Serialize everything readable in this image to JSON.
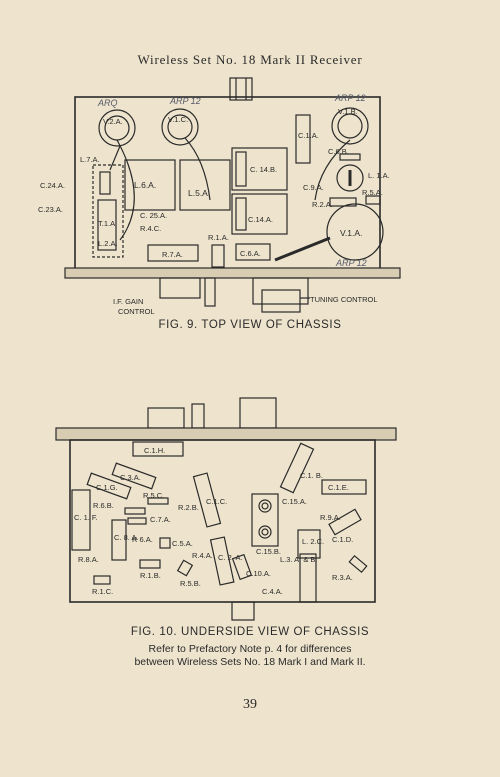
{
  "page": {
    "header": "Wireless Set No. 18 Mark II Receiver",
    "page_number": "39"
  },
  "fig9": {
    "caption": "FIG. 9.  TOP VIEW OF CHASSIS",
    "labels": {
      "v2a": "V.2.A.",
      "v1c": "V.1.C.",
      "v1b": "V.1.B.",
      "c1a": "C.1.A.",
      "c6b": "C.6.B.",
      "l7a": "L.7.A.",
      "c24a": "C.24.A.",
      "c23a": "C.23.A.",
      "t1a": "T.1.A.",
      "l2a": "L.2.A.",
      "l6a": "L.6.A.",
      "l5a": "L.5.A.",
      "c14b": "C. 14.B.",
      "c14a": "C.14.A.",
      "c25a": "C. 25.A.",
      "r4c": "R.4.C.",
      "r7a": "R.7.A.",
      "r1a": "R.1.A.",
      "c6a": "C.6.A.",
      "c9a": "C.9.A.",
      "l1a": "L. 1.A.",
      "r2a": "R.2.A.",
      "r5a": "R.5.A.",
      "v1a": "V.1.A.",
      "if_gain": "I.F. GAIN",
      "control": "CONTROL",
      "tuning": "TUNING CONTROL"
    },
    "handwritten": {
      "arq": "ARQ",
      "arp12_a": "ARP 12",
      "arp12_b": "ARP 12",
      "arp12_c": "ARP 12"
    }
  },
  "fig10": {
    "caption": "FIG. 10.  UNDERSIDE VIEW OF CHASSIS",
    "labels": {
      "c1h": "C.1.H.",
      "c3a": "C.3.A.",
      "c1g": "C.1.G.",
      "c1b": "C.1. B.",
      "c1e": "C.1.E.",
      "c1f": "C. 1. F.",
      "r6b": "R.6.B.",
      "r5c": "R.5.C.",
      "r2b": "R.2.B.",
      "c7a": "C.7.A.",
      "c1c": "C.1.C.",
      "c15a": "C.15.A.",
      "r9a": "R.9.A.",
      "c1d": "C.1.D.",
      "c8a": "C. 8. A.",
      "r6a": "R 6.A.",
      "c5a": "C.5.A.",
      "r4a": "R.4.A.",
      "c2a": "C. 2. A.",
      "c15b": "C.15.B.",
      "l2c": "L. 2.C.",
      "r8a": "R.8.A.",
      "r1b": "R.1.B.",
      "r5b": "R.5.B.",
      "c10a": "C.10.A.",
      "l3ab": "L.3. A. & B.",
      "r3a": "R.3.A.",
      "r1c": "R.1.C.",
      "c4a": "C.4.A."
    }
  },
  "note": {
    "line1": "Refer to Prefactory Note p. 4 for differences",
    "line2": "between Wireless Sets No. 18 Mark I and Mark II."
  }
}
